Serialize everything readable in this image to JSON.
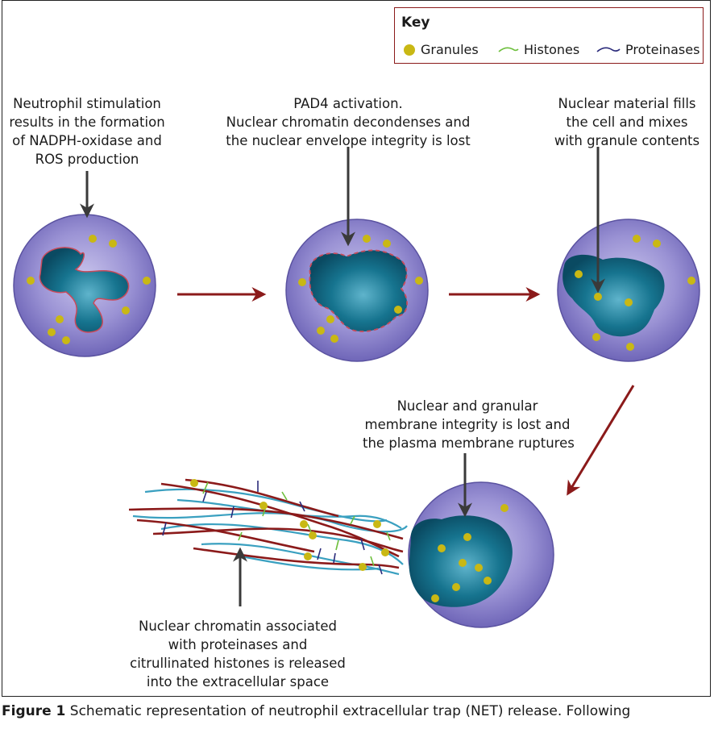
{
  "key": {
    "title": "Key",
    "items": [
      {
        "label": "Granules",
        "color": "#c9b814"
      },
      {
        "label": "Histones",
        "color": "#6dbf3c"
      },
      {
        "label": "Proteinases",
        "color": "#2a2a7a"
      }
    ]
  },
  "steps": [
    {
      "text": "Neutrophil stimulation\nresults in the formation\nof NADPH-oxidase and\nROS production"
    },
    {
      "text": "PAD4 activation.\nNuclear chromatin decondenses and\nthe nuclear envelope integrity is lost"
    },
    {
      "text": "Nuclear material fills\nthe cell and mixes\nwith granule contents"
    },
    {
      "text": "Nuclear and granular\nmembrane integrity is lost and\nthe plasma membrane ruptures"
    },
    {
      "text": "Nuclear chromatin associated\nwith proteinases and\ncitrullinated histones is released\ninto the extracellular space"
    }
  ],
  "caption": {
    "label": "Figure 1",
    "text": "Schematic representation of neutrophil extracellular trap (NET) release. Following"
  },
  "colors": {
    "cell": "#8a82c8",
    "nucleus": "#0e6a86",
    "envelope": "#c84a5a",
    "flow_arrow": "#8b1a1a",
    "pointer_arrow": "#3a3a3a",
    "chromatin": "#8b1a1a",
    "fiber": "#3aa0c0"
  }
}
